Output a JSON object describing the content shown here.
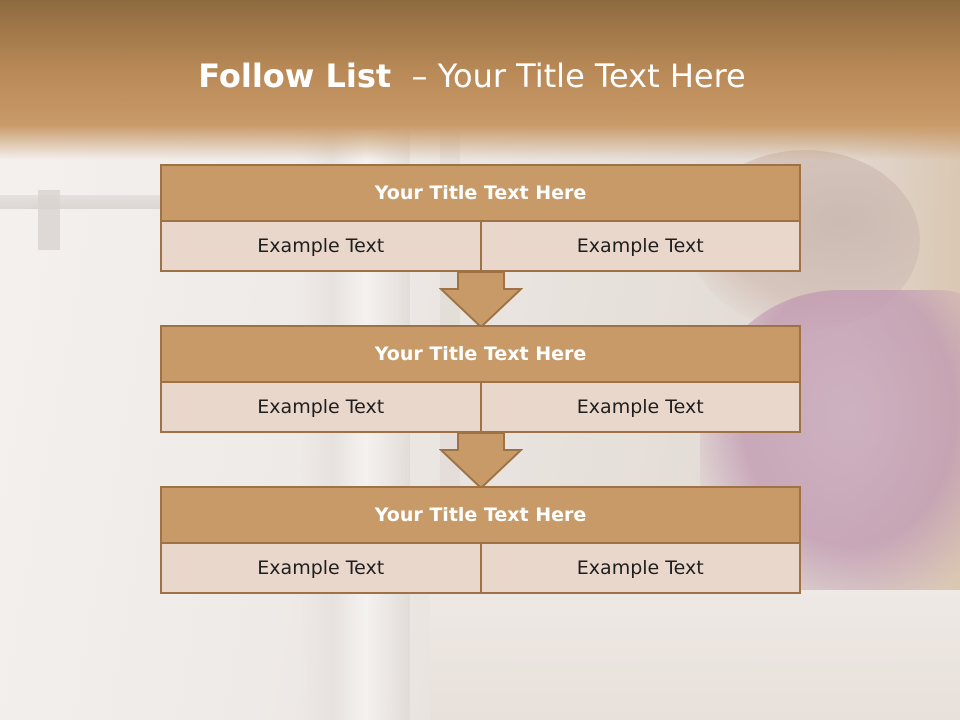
{
  "slide": {
    "title_bold": "Follow List",
    "title_rest": "  – Your Title Text Here"
  },
  "list": [
    {
      "title": "Your Title Text Here",
      "left": "Example Text",
      "right": "Example Text"
    },
    {
      "title": "Your Title Text Here",
      "left": "Example Text",
      "right": "Example Text"
    },
    {
      "title": "Your Title Text Here",
      "left": "Example Text",
      "right": "Example Text"
    }
  ],
  "colors": {
    "header_fill": "#c89a68",
    "cell_fill": "#ead7cc",
    "border": "#9e7244",
    "arrow_fill": "#c89a68"
  }
}
